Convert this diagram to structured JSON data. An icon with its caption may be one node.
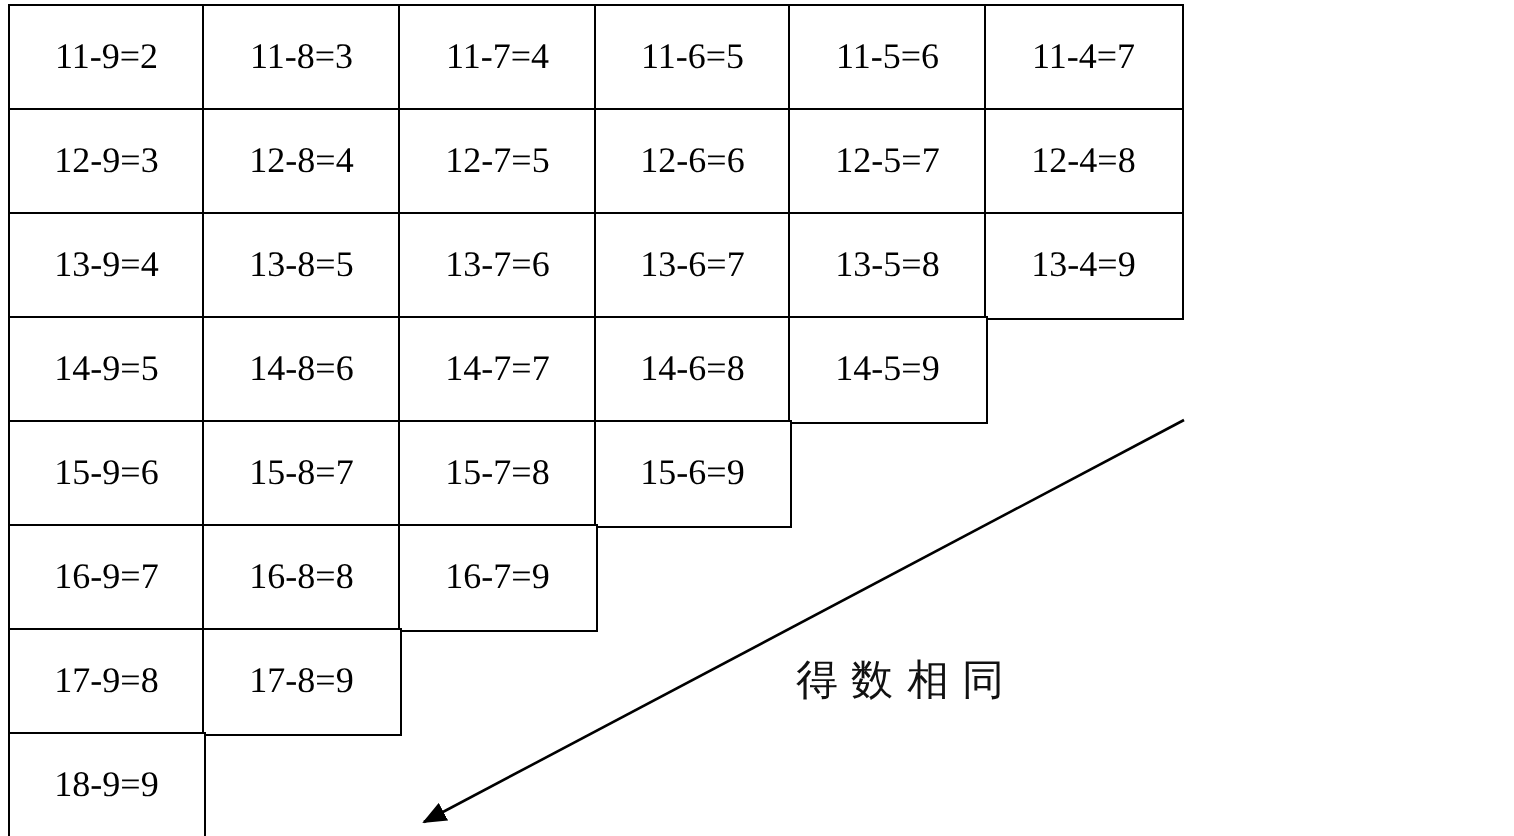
{
  "diagram": {
    "labels": [
      "11-9=2",
      "11-8=3",
      "11-7=4",
      "11-6=5",
      "11-5=6",
      "11-4=7",
      "12-9=3",
      "12-8=4",
      "12-7=5",
      "12-6=6",
      "12-5=7",
      "12-4=8",
      "13-9=4",
      "13-8=5",
      "13-7=6",
      "13-6=7",
      "13-5=8",
      "13-4=9",
      "14-9=5",
      "14-8=6",
      "14-7=7",
      "14-6=8",
      "14-5=9",
      "15-9=6",
      "15-8=7",
      "15-7=8",
      "15-6=9",
      "16-9=7",
      "16-8=8",
      "16-7=9",
      "17-9=8",
      "17-8=9",
      "18-9=9",
      "得 数 相 同"
    ]
  }
}
